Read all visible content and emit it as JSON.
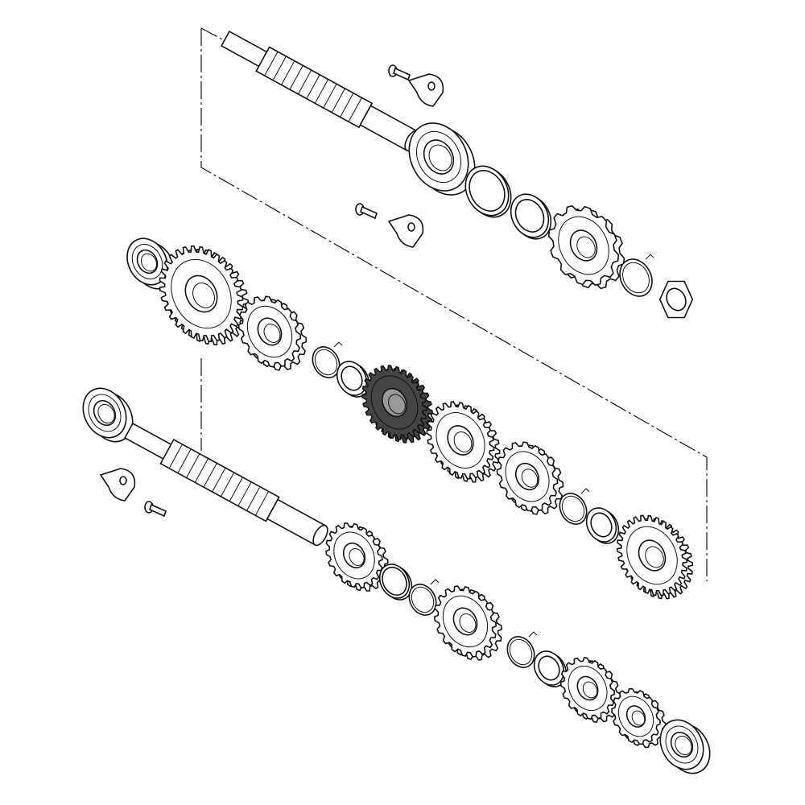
{
  "diagram": {
    "kind": "exploded-parts-view",
    "style": {
      "line_color": "#111111",
      "background": "#ffffff",
      "highlight_fill": "#444444"
    },
    "parts": [
      {
        "name": "countershaft",
        "type": "shaft"
      },
      {
        "name": "bearing-retainer-screw-upper",
        "type": "screw"
      },
      {
        "name": "bearing-retainer-upper",
        "type": "bracket"
      },
      {
        "name": "countershaft-bearing",
        "type": "bearing"
      },
      {
        "name": "oil-seal",
        "type": "seal"
      },
      {
        "name": "sprocket-collar",
        "type": "collar"
      },
      {
        "name": "drive-sprocket",
        "type": "sprocket"
      },
      {
        "name": "lock-washer",
        "type": "washer"
      },
      {
        "name": "sprocket-nut",
        "type": "nut"
      },
      {
        "name": "bearing-retainer-screw-middle",
        "type": "screw"
      },
      {
        "name": "bearing-retainer-middle",
        "type": "bracket"
      },
      {
        "name": "bearing-left-upper",
        "type": "bearing"
      },
      {
        "name": "countershaft-gear-large",
        "type": "gear"
      },
      {
        "name": "countershaft-gear-dog",
        "type": "gear"
      },
      {
        "name": "circlip-1",
        "type": "circlip"
      },
      {
        "name": "spline-washer-1",
        "type": "washer"
      },
      {
        "name": "highlighted-gear",
        "type": "gear",
        "highlighted": true
      },
      {
        "name": "countershaft-gear-2",
        "type": "gear"
      },
      {
        "name": "countershaft-gear-3",
        "type": "gear"
      },
      {
        "name": "circlip-2",
        "type": "circlip"
      },
      {
        "name": "spline-washer-2",
        "type": "washer"
      },
      {
        "name": "countershaft-gear-low",
        "type": "gear"
      },
      {
        "name": "mainshaft-bearing-left",
        "type": "bearing"
      },
      {
        "name": "mainshaft",
        "type": "shaft"
      },
      {
        "name": "bearing-retainer-lower",
        "type": "bracket"
      },
      {
        "name": "bearing-retainer-screw-lower",
        "type": "screw"
      },
      {
        "name": "mainshaft-gear-1",
        "type": "gear"
      },
      {
        "name": "thrust-washer-1",
        "type": "washer"
      },
      {
        "name": "circlip-3",
        "type": "circlip"
      },
      {
        "name": "mainshaft-gear-2",
        "type": "gear"
      },
      {
        "name": "circlip-4",
        "type": "circlip"
      },
      {
        "name": "spline-washer-3",
        "type": "washer"
      },
      {
        "name": "mainshaft-gear-3",
        "type": "gear"
      },
      {
        "name": "mainshaft-gear-4",
        "type": "gear"
      },
      {
        "name": "mainshaft-bearing-right",
        "type": "bearing"
      }
    ]
  }
}
